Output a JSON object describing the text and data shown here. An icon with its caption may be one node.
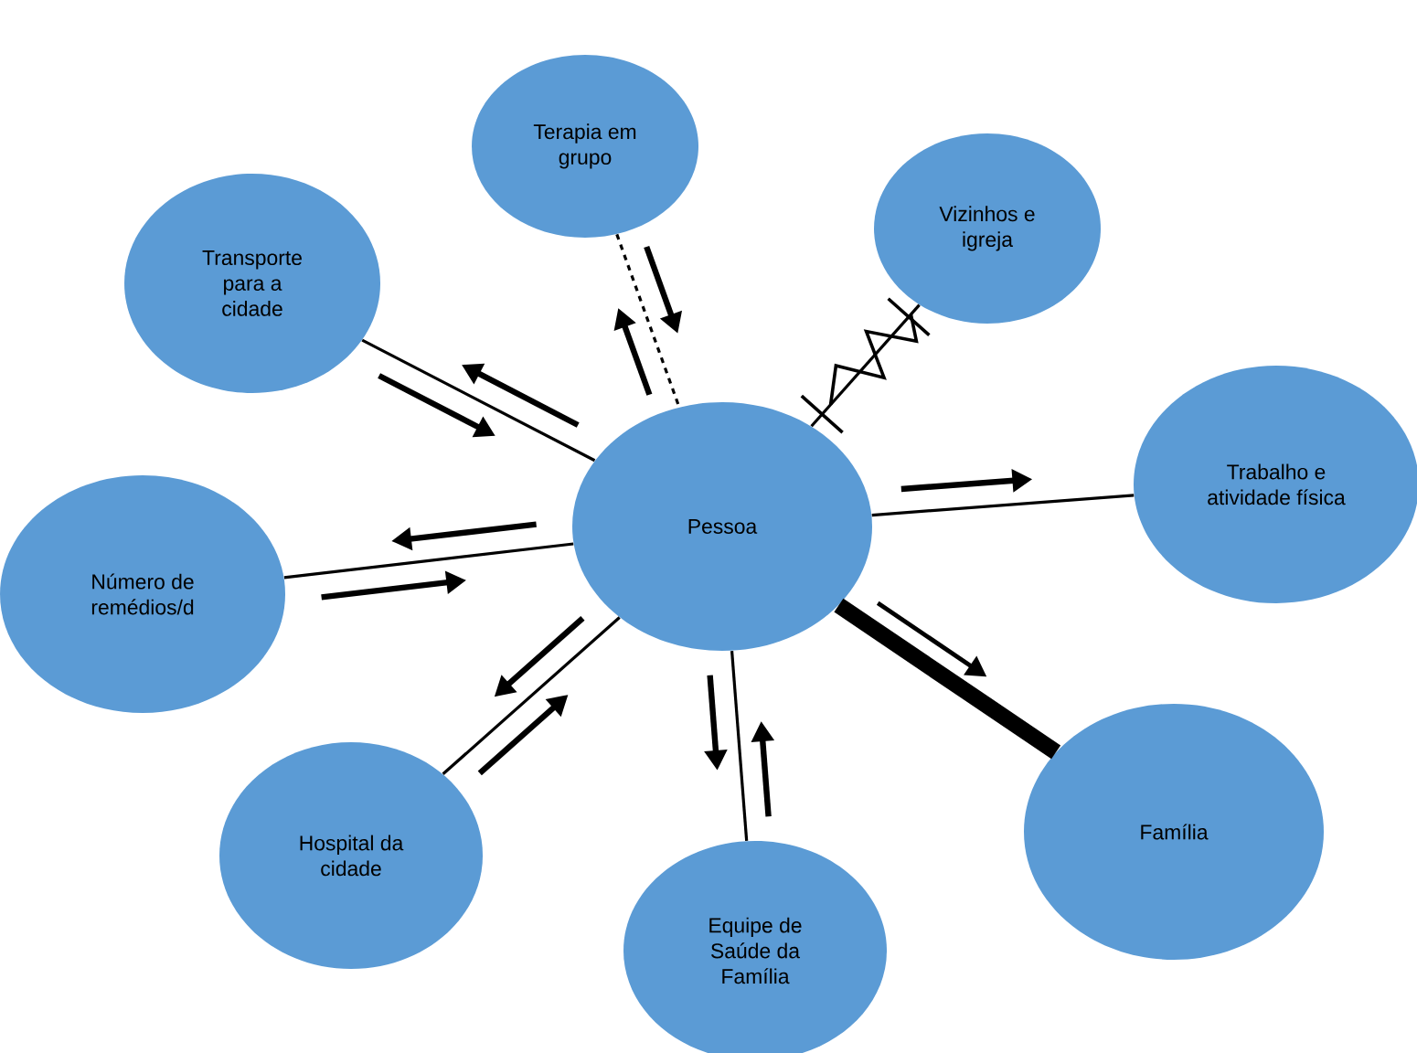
{
  "diagram": {
    "nodes": [
      {
        "text": [
          "Terapia em grupo"
        ]
      },
      {
        "text": [
          "Vizinhos e igreja"
        ]
      },
      {
        "text": [
          "Transporte para a cidade"
        ]
      },
      {
        "text": [
          "Trabalho e atividade física"
        ]
      },
      {
        "text": [
          "Pessoa"
        ]
      },
      {
        "text": [
          "Número de remédios/d"
        ]
      },
      {
        "text": [
          "Família"
        ]
      },
      {
        "text": [
          "Hospital da cidade"
        ]
      },
      {
        "text": [
          "Equipe de Saúde da Família"
        ]
      }
    ],
    "edges": [
      {
        "from": 0,
        "to": 4,
        "arrow": "none",
        "style": "dashed"
      },
      {
        "from": 1,
        "to": 4,
        "arrow": "none"
      },
      {
        "from": 2,
        "to": 4,
        "arrow": "none"
      },
      {
        "from": 3,
        "to": 4,
        "arrow": "none"
      },
      {
        "from": 5,
        "to": 4,
        "arrow": "none"
      },
      {
        "from": 6,
        "to": 4,
        "arrow": "none",
        "style": "thick"
      },
      {
        "from": 7,
        "to": 4,
        "arrow": "none"
      },
      {
        "from": 8,
        "to": 4,
        "arrow": "none"
      }
    ]
  }
}
